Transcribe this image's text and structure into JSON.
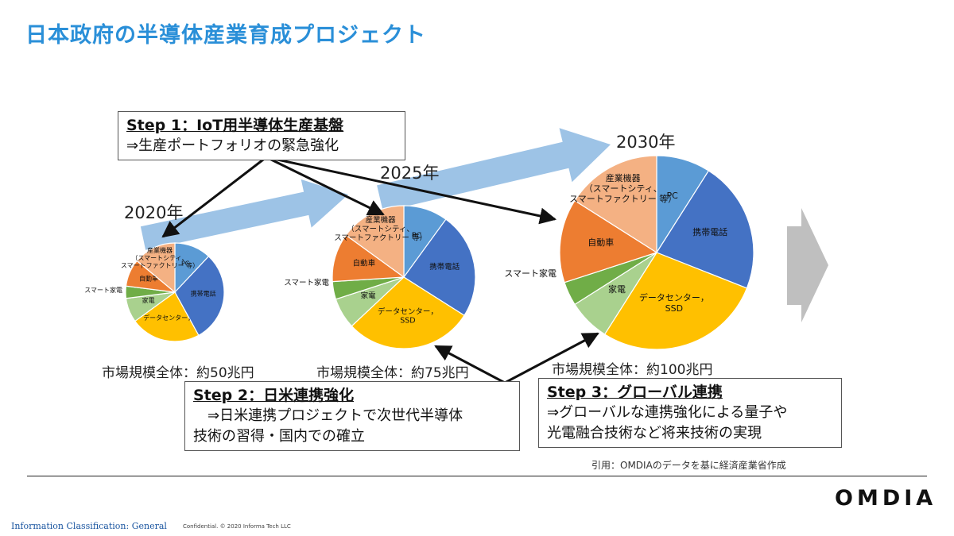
{
  "page": {
    "title": "日本政府の半導体産業育成プロジェクト",
    "citation": "引用：OMDIAのデータを基に経済産業省作成",
    "logo": "OMDIA",
    "classification": "Information Classification: General",
    "confidential": "Confidential. © 2020 Informa Tech LLC"
  },
  "steps": [
    {
      "head": "Step 1：IoT用半導体生産基盤",
      "body": "⇒生産ポートフォリオの緊急強化"
    },
    {
      "head": "Step 2：日米連携強化",
      "body": "　⇒日米連携プロジェクトで次世代半導体\n技術の習得・国内での確立"
    },
    {
      "head": "Step 3：グローバル連携",
      "body": "⇒グローバルな連携強化による量子や\n光電融合技術など将来技術の実現"
    }
  ],
  "colors": {
    "PC": "#5b9bd5",
    "携帯電話": "#4472c4",
    "データセンター，SSD": "#ffc000",
    "家電": "#a9d18e",
    "スマート家電": "#70ad47",
    "自動車": "#ed7d31",
    "産業機器": "#f4b183",
    "arrow": "#9dc3e6",
    "gray_arrow": "#bfbfbf"
  },
  "chart_data": [
    {
      "type": "pie",
      "title": "2020年",
      "market_label": "市場規模全体：約50兆円",
      "labels": [
        {
          "key": "PC",
          "text": "PC"
        },
        {
          "key": "携帯電話",
          "text": "携帯電話"
        },
        {
          "key": "データセンター，SSD",
          "text": "データセンター，"
        },
        {
          "key": "家電",
          "text": "家電"
        },
        {
          "key": "スマート家電",
          "text": "スマート家電"
        },
        {
          "key": "自動車",
          "text": "自動車"
        },
        {
          "key": "産業機器",
          "text": "産業機器\n（スマートシティ、\nスマートファクトリー 等）"
        }
      ],
      "values": [
        12,
        30,
        23,
        8,
        4,
        9,
        14
      ]
    },
    {
      "type": "pie",
      "title": "2025年",
      "market_label": "市場規模全体：約75兆円",
      "labels": [
        {
          "key": "PC",
          "text": "PC"
        },
        {
          "key": "携帯電話",
          "text": "携帯電話"
        },
        {
          "key": "データセンター，SSD",
          "text": "データセンター，\nSSD"
        },
        {
          "key": "家電",
          "text": "家電"
        },
        {
          "key": "スマート家電",
          "text": "スマート家電"
        },
        {
          "key": "自動車",
          "text": "自動車"
        },
        {
          "key": "産業機器",
          "text": "産業機器\n（スマートシティ、\nスマートファクトリー 等）"
        }
      ],
      "values": [
        10,
        24,
        29,
        7,
        4,
        11,
        15
      ]
    },
    {
      "type": "pie",
      "title": "2030年",
      "market_label": "市場規模全体：約100兆円",
      "labels": [
        {
          "key": "PC",
          "text": "PC"
        },
        {
          "key": "携帯電話",
          "text": "携帯電話"
        },
        {
          "key": "データセンター，SSD",
          "text": "データセンター，\nSSD"
        },
        {
          "key": "家電",
          "text": "家電"
        },
        {
          "key": "スマート家電",
          "text": "スマート家電"
        },
        {
          "key": "自動車",
          "text": "自動車"
        },
        {
          "key": "産業機器",
          "text": "産業機器\n（スマートシティ、\nスマートファクトリー 等）"
        }
      ],
      "values": [
        9,
        22,
        28,
        7,
        4,
        14,
        16
      ]
    }
  ]
}
